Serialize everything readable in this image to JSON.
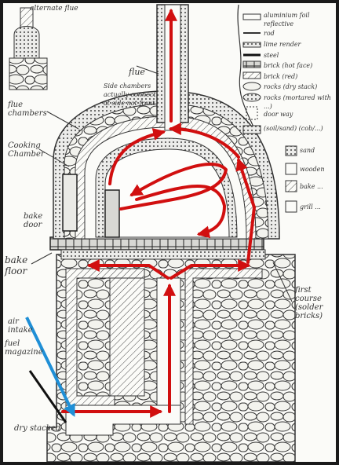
{
  "colors": {
    "paper": "#fbfbf8",
    "ink": "#2b2b2b",
    "flow": "#d10f0f",
    "inlet": "#1f8fd6",
    "frame": "#1a1a1a"
  },
  "labels": {
    "top_left_note": "alternate flue",
    "flue": "flue",
    "flue_note": "Side chambers actually connect at side not front",
    "flue_chambers": "flue chambers",
    "cooking_chamber": "Cooking Chamber",
    "bake_door": "bake door",
    "bake_floor": "bake floor",
    "first_course": "first course (solder bricks)",
    "air_intake": "air intake",
    "fuel_magazine": "fuel magazine",
    "dry_stacked": "dry stacked"
  },
  "legend": {
    "items": [
      {
        "icon": "foil-swatch-icon",
        "text": "aluminium foil reflective"
      },
      {
        "icon": "rod-swatch-icon",
        "text": "rod"
      },
      {
        "icon": "render-swatch-icon",
        "text": "lime render"
      },
      {
        "icon": "steel-swatch-icon",
        "text": "steel"
      },
      {
        "icon": "brick-hot-swatch-icon",
        "text": "brick (hot face)"
      },
      {
        "icon": "brick-swatch-icon",
        "text": "brick (red)"
      },
      {
        "icon": "rocks-swatch-icon",
        "text": "rocks (dry stack)"
      },
      {
        "icon": "rocks-mortar-swatch-icon",
        "text": "rocks (mortared with ...)"
      },
      {
        "icon": "doorway-swatch-icon",
        "text": "door way"
      },
      {
        "icon": "soil-swatch-icon",
        "text": "(soil/sand) (cob/...)"
      },
      {
        "icon": "sand-swatch-icon",
        "text": "sand"
      },
      {
        "icon": "wooden-swatch-icon",
        "text": "wooden"
      },
      {
        "icon": "insulate-swatch-icon",
        "text": "bake ..."
      },
      {
        "icon": "grill-swatch-icon",
        "text": "grill ..."
      }
    ]
  }
}
